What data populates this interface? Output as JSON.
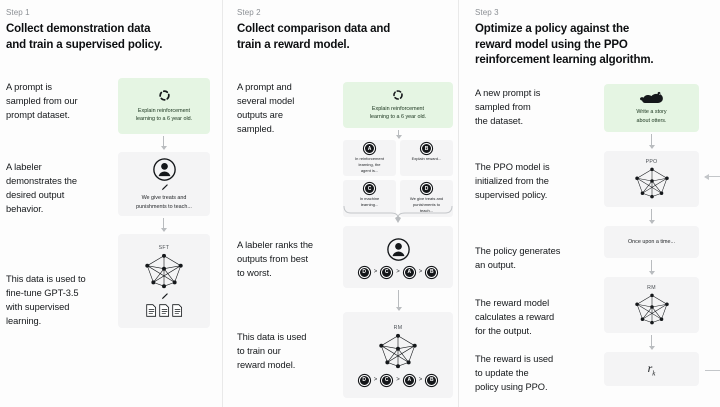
{
  "columns": [
    {
      "step_label": "Step 1",
      "title": "Collect demonstration data\nand train a supervised policy.",
      "captions": [
        "A prompt is\nsampled from our\nprompt dataset.",
        "A labeler\ndemonstrates the\ndesired output\nbehavior.",
        "This data is used to\nfine-tune GPT-3.5\nwith supervised\nlearning."
      ],
      "prompt_box": {
        "text": "Explain reinforcement\nlearning to a 6 year old.",
        "icon": "dashed-circle-icon",
        "color": "#e5f5e3"
      },
      "labeler_box": {
        "text": "We give treats and\npunishments to teach...",
        "icon": "person-icon"
      },
      "model_box": {
        "label": "SFT",
        "icon": "neural-net-icon"
      }
    },
    {
      "step_label": "Step 2",
      "title": "Collect comparison data and\ntrain a reward model.",
      "captions": [
        "A prompt and\nseveral model\noutputs are\nsampled.",
        "A labeler ranks the\noutputs from best\nto worst.",
        "This data is used\nto train our\nreward model."
      ],
      "prompt_box": {
        "text": "Explain reinforcement\nlearning to a 6 year old.",
        "icon": "dashed-circle-icon",
        "color": "#e5f5e3"
      },
      "samples": [
        {
          "badge": "A",
          "text": "In reinforcement\nlearning, the\nagent is..."
        },
        {
          "badge": "B",
          "text": "Explain reward..."
        },
        {
          "badge": "C",
          "text": "In machine\nlearning..."
        },
        {
          "badge": "D",
          "text": "We give treats and\npunishments to\nteach..."
        }
      ],
      "ranking": [
        "D",
        "C",
        "A",
        "B"
      ],
      "ranking_separator": ">",
      "model_box": {
        "label": "RM",
        "icon": "neural-net-icon"
      },
      "rm_ranking": [
        "D",
        "C",
        "A",
        "B"
      ]
    },
    {
      "step_label": "Step 3",
      "title": "Optimize a policy against the\nreward model using the PPO\nreinforcement learning algorithm.",
      "captions": [
        "A new prompt is\nsampled from\nthe dataset.",
        "The PPO model is\ninitialized from the\nsupervised policy.",
        "The policy generates\nan output.",
        "The reward model\ncalculates a reward\nfor the output.",
        "The reward is used\nto update the\npolicy using PPO."
      ],
      "prompt_box": {
        "text": "Write a story\nabout otters.",
        "icon": "otter-icon",
        "color": "#e5f5e3"
      },
      "ppo_box": {
        "label": "PPO",
        "icon": "neural-net-icon"
      },
      "output_box": {
        "text": "Once upon a time..."
      },
      "rm_box": {
        "label": "RM",
        "icon": "neural-net-icon"
      },
      "reward_box": {
        "symbol": "r",
        "subscript": "k"
      },
      "loop": "feedback-loop-arrow"
    }
  ],
  "theme": {
    "background": "#fdfdfd",
    "box_gray": "#f4f4f5",
    "box_green": "#e5f5e3",
    "divider": "#e9e9e9",
    "arrow": "#b9bcbf",
    "text": "#14171a",
    "muted_text": "#8b8f94"
  }
}
